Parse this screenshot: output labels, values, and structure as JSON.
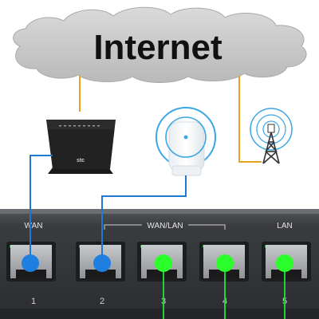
{
  "cloud": {
    "label": "Internet"
  },
  "router": {
    "brand": "stc"
  },
  "switch": {
    "group_labels": {
      "wan": "WAN",
      "wan_lan": "WAN/LAN",
      "lan": "LAN"
    },
    "ports": [
      {
        "number": "1",
        "status": "wan-connected"
      },
      {
        "number": "2",
        "status": "wan-connected"
      },
      {
        "number": "3",
        "status": "lan-connected"
      },
      {
        "number": "4",
        "status": "lan-connected"
      },
      {
        "number": "5",
        "status": "lan-connected"
      }
    ]
  },
  "colors": {
    "cloud": "#c9c9c9",
    "internet_link": "#e8a21c",
    "wan_cable": "#1f78d1",
    "wan_indicator": "#1e7fe0",
    "lan_cable": "#22d13a",
    "lan_indicator": "#2bff2b",
    "switch_body": "#3b3d40"
  },
  "icons": [
    "cloud-icon",
    "router-icon",
    "wireless-access-point-icon",
    "cell-tower-icon"
  ]
}
